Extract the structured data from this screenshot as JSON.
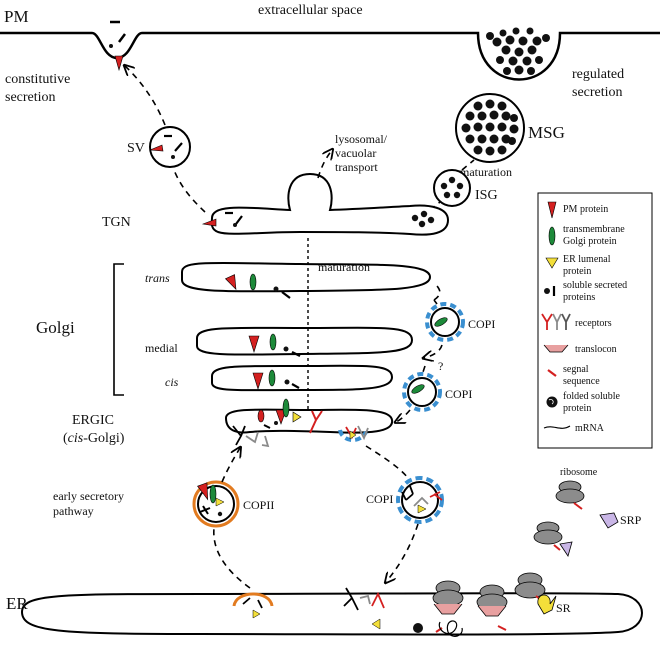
{
  "labels": {
    "pm": "PM",
    "extracellular": "extracellular space",
    "constitutive_1": "constitutive",
    "constitutive_2": "secretion",
    "regulated_1": "regulated",
    "regulated_2": "secretion",
    "sv": "SV",
    "msg": "MSG",
    "maturation_top": "maturation",
    "isg": "ISG",
    "lyso_1": "lysosomal/",
    "lyso_2": "vacuolar",
    "lyso_3": "transport",
    "tgn": "TGN",
    "trans": "trans",
    "maturation_mid": "maturation",
    "golgi": "Golgi",
    "medial": "medial",
    "cis": "cis",
    "copi_upper": "COPI",
    "question": "?",
    "copi_mid": "COPI",
    "ergic_1": "ERGIC",
    "ergic_2_open": "(",
    "ergic_2_cis": "cis",
    "ergic_2_rest": "-Golgi)",
    "early_1": "early secretory",
    "early_2": "pathway",
    "copii": "COPII",
    "copi_lower": "COPI",
    "ribosome": "ribosome",
    "srp": "SRP",
    "sr": "SR",
    "er": "ER"
  },
  "legend": [
    {
      "icon": "pm-protein-icon",
      "text": [
        "PM protein"
      ]
    },
    {
      "icon": "transmembrane-golgi-protein-icon",
      "text": [
        "transmembrane",
        "Golgi protein"
      ]
    },
    {
      "icon": "er-lumenal-protein-icon",
      "text": [
        "ER lumenal",
        "protein"
      ]
    },
    {
      "icon": "soluble-secreted-protein-icon",
      "text": [
        "soluble secreted",
        "proteins"
      ]
    },
    {
      "icon": "receptors-icon",
      "text": [
        "receptors"
      ]
    },
    {
      "icon": "translocon-icon",
      "text": [
        "translocon"
      ]
    },
    {
      "icon": "signal-sequence-icon",
      "text": [
        "segnal",
        "sequence"
      ]
    },
    {
      "icon": "folded-soluble-protein-icon",
      "text": [
        "folded soluble",
        "protein"
      ]
    },
    {
      "icon": "mrna-icon",
      "text": [
        "mRNA"
      ]
    }
  ],
  "colors": {
    "pm_protein": "#d42020",
    "golgi_protein": "#1d8a3a",
    "er_lumenal": "#f3df3a",
    "copi_coat": "#3a8fd0",
    "copii_coat": "#e27b20",
    "receptor_red": "#d42020",
    "receptor_grey": "#8a8a8a",
    "ribosome": "#8c8c8c",
    "srp": "#c9b6e6",
    "sr": "#f3df3a"
  }
}
